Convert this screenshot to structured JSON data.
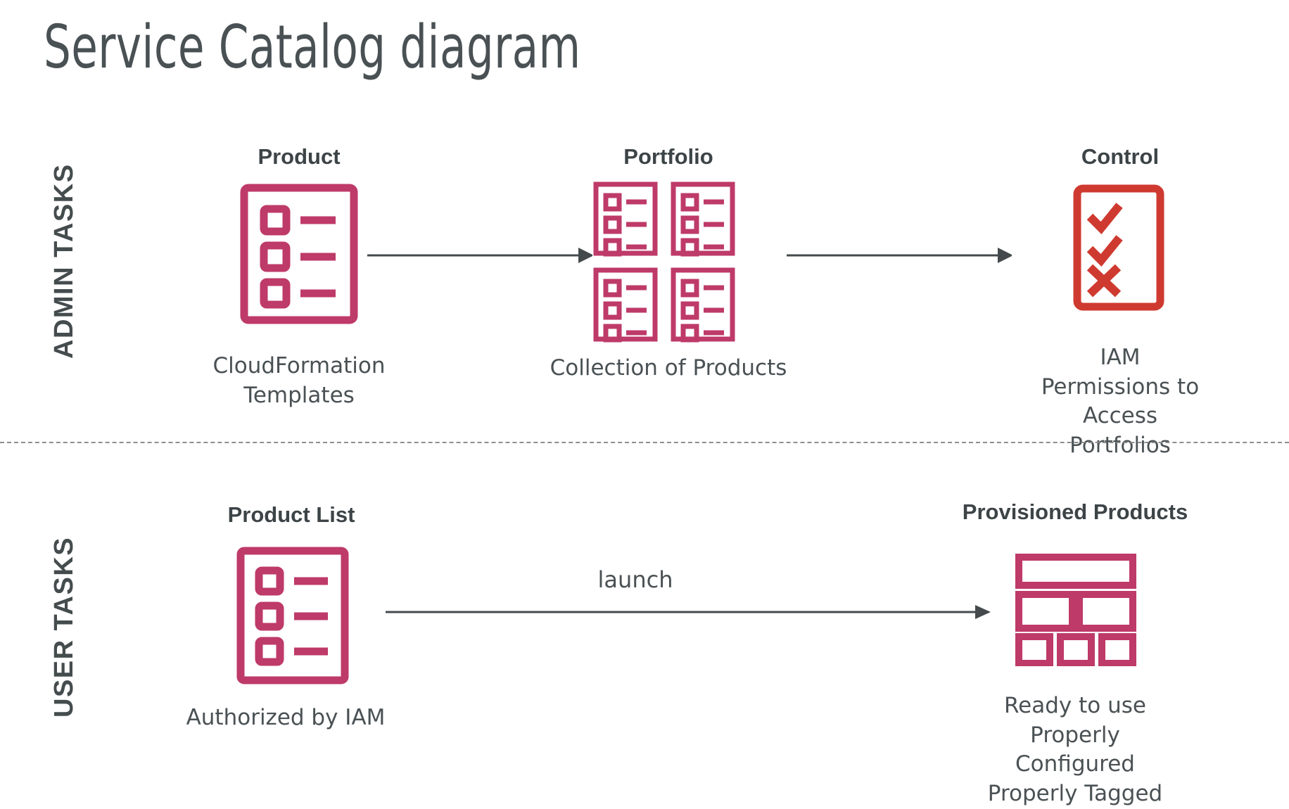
{
  "page": {
    "title": "Service Catalog diagram",
    "background": "#ffffff"
  },
  "colors": {
    "crimson": "#be3a68",
    "red": "#cf3a30",
    "text_dark": "#3d4447",
    "text_body": "#4a5154",
    "arrow": "#444a4c",
    "divider": "#8e8e8e"
  },
  "sections": [
    {
      "id": "admin",
      "label": "ADMIN TASKS",
      "nodes": [
        {
          "id": "product",
          "heading": "Product",
          "caption": "CloudFormation\nTemplates",
          "icon": "product-list-icon"
        },
        {
          "id": "portfolio",
          "heading": "Portfolio",
          "caption": "Collection of Products",
          "icon": "portfolio-grid-icon"
        },
        {
          "id": "control",
          "heading": "Control",
          "caption": "IAM Permissions to\nAccess Portfolios",
          "icon": "checklist-control-icon"
        }
      ],
      "arrows": [
        {
          "id": "product-to-portfolio",
          "label": ""
        },
        {
          "id": "portfolio-to-control",
          "label": ""
        }
      ]
    },
    {
      "id": "user",
      "label": "USER TASKS",
      "nodes": [
        {
          "id": "product-list",
          "heading": "Product List",
          "caption": "Authorized by IAM",
          "icon": "product-list-icon"
        },
        {
          "id": "provisioned-products",
          "heading": "Provisioned Products",
          "caption": "Ready to use\nProperly Configured\nProperly Tagged",
          "icon": "provisioned-blocks-icon"
        }
      ],
      "arrows": [
        {
          "id": "launch-arrow",
          "label": "launch"
        }
      ]
    }
  ]
}
